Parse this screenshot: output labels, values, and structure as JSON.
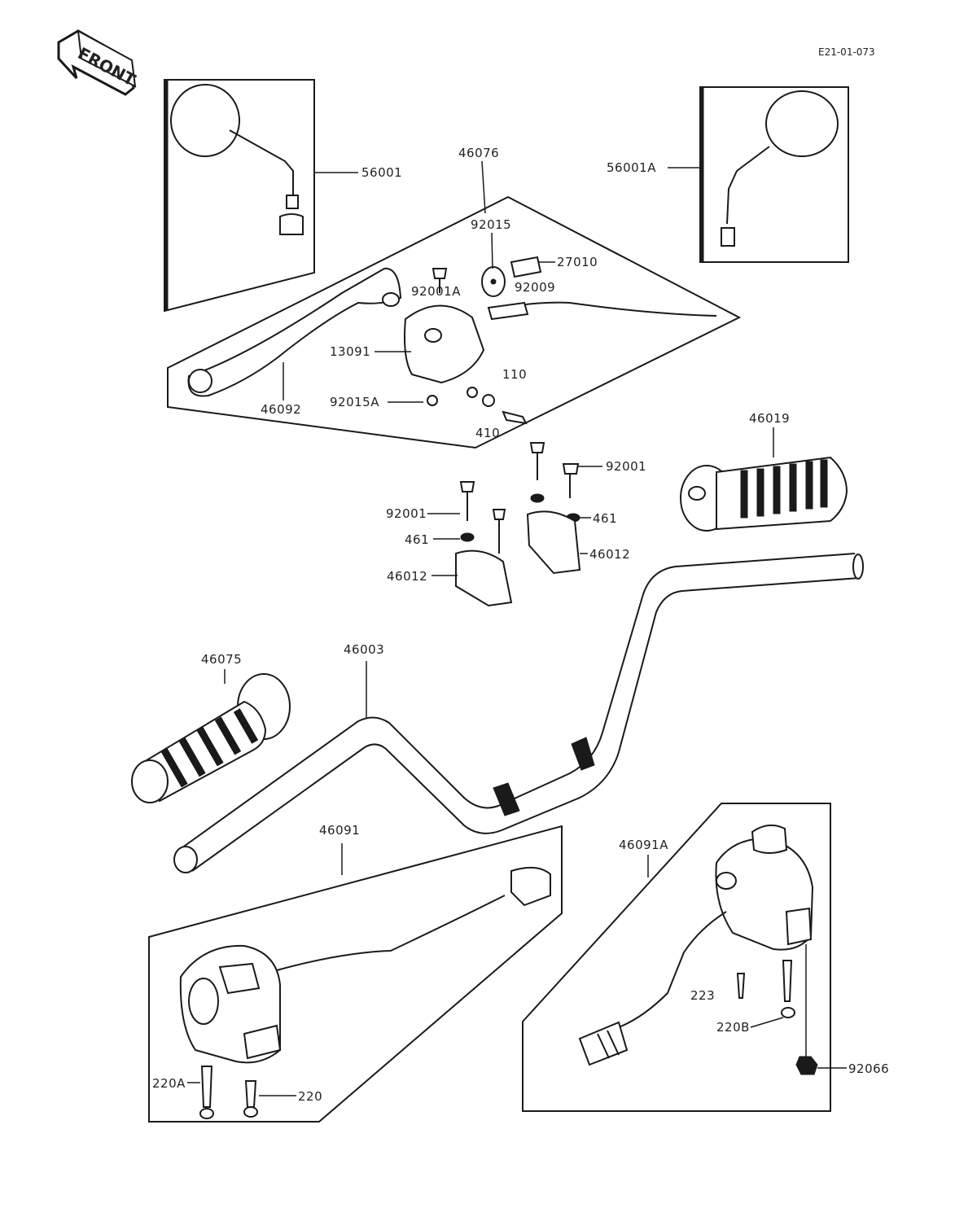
{
  "header": {
    "front_label": "FRONT",
    "ref_code": "E21-01-073"
  },
  "labels": {
    "p56001": "56001",
    "p56001A": "56001A",
    "p46076": "46076",
    "p92015": "92015",
    "p27010": "27010",
    "p92001A": "92001A",
    "p92009": "92009",
    "p13091": "13091",
    "p110": "110",
    "p46092": "46092",
    "p92015A": "92015A",
    "p410": "410",
    "p46019": "46019",
    "p92001_right": "92001",
    "p92001_left": "92001",
    "p461_right": "461",
    "p461_left": "461",
    "p46012_right": "46012",
    "p46012_left": "46012",
    "p46075": "46075",
    "p46003": "46003",
    "p46091": "46091",
    "p46091A": "46091A",
    "p223": "223",
    "p220B": "220B",
    "p92066": "92066",
    "p220A": "220A",
    "p220": "220"
  }
}
